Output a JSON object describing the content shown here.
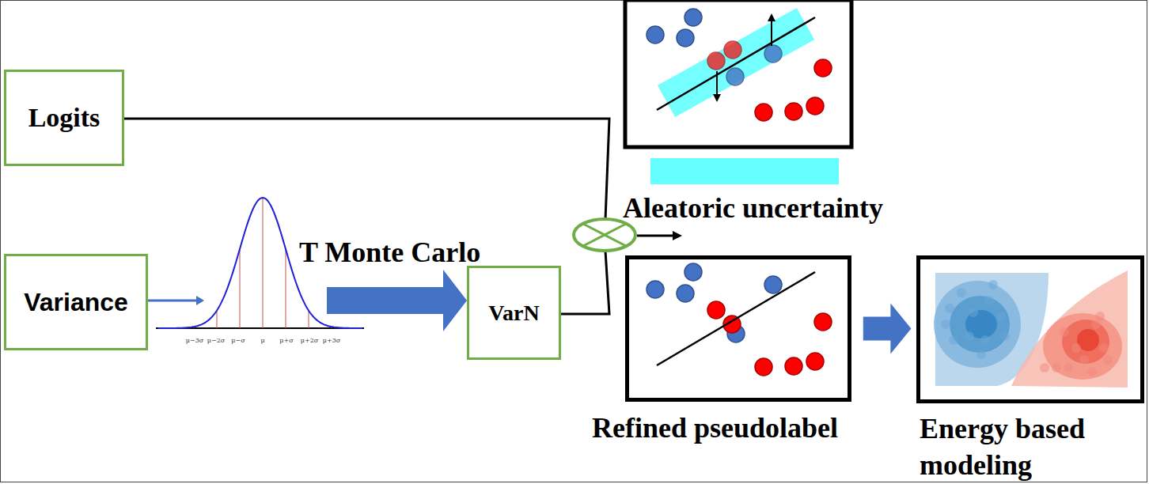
{
  "diagram": {
    "nodes": [
      {
        "text": [
          "Logits"
        ]
      },
      {
        "text": [
          "Variance"
        ]
      },
      {
        "text": [
          "VarN"
        ]
      },
      {
        "text": [
          "Refined pseudolabel"
        ]
      },
      {
        "text": [
          "Energy based modeling"
        ]
      }
    ],
    "edges": [
      {
        "from": 1,
        "to": 2,
        "arrow": "to",
        "label": "T Monte Carlo"
      },
      {
        "from": 3,
        "to": 4,
        "arrow": "to"
      }
    ],
    "labels": [
      "Aleatoric uncertainty",
      "μ−3σ",
      "μ−2σ",
      "μ−σ",
      "μ",
      "μ+σ",
      "μ+2σ",
      "μ+3σ"
    ]
  }
}
